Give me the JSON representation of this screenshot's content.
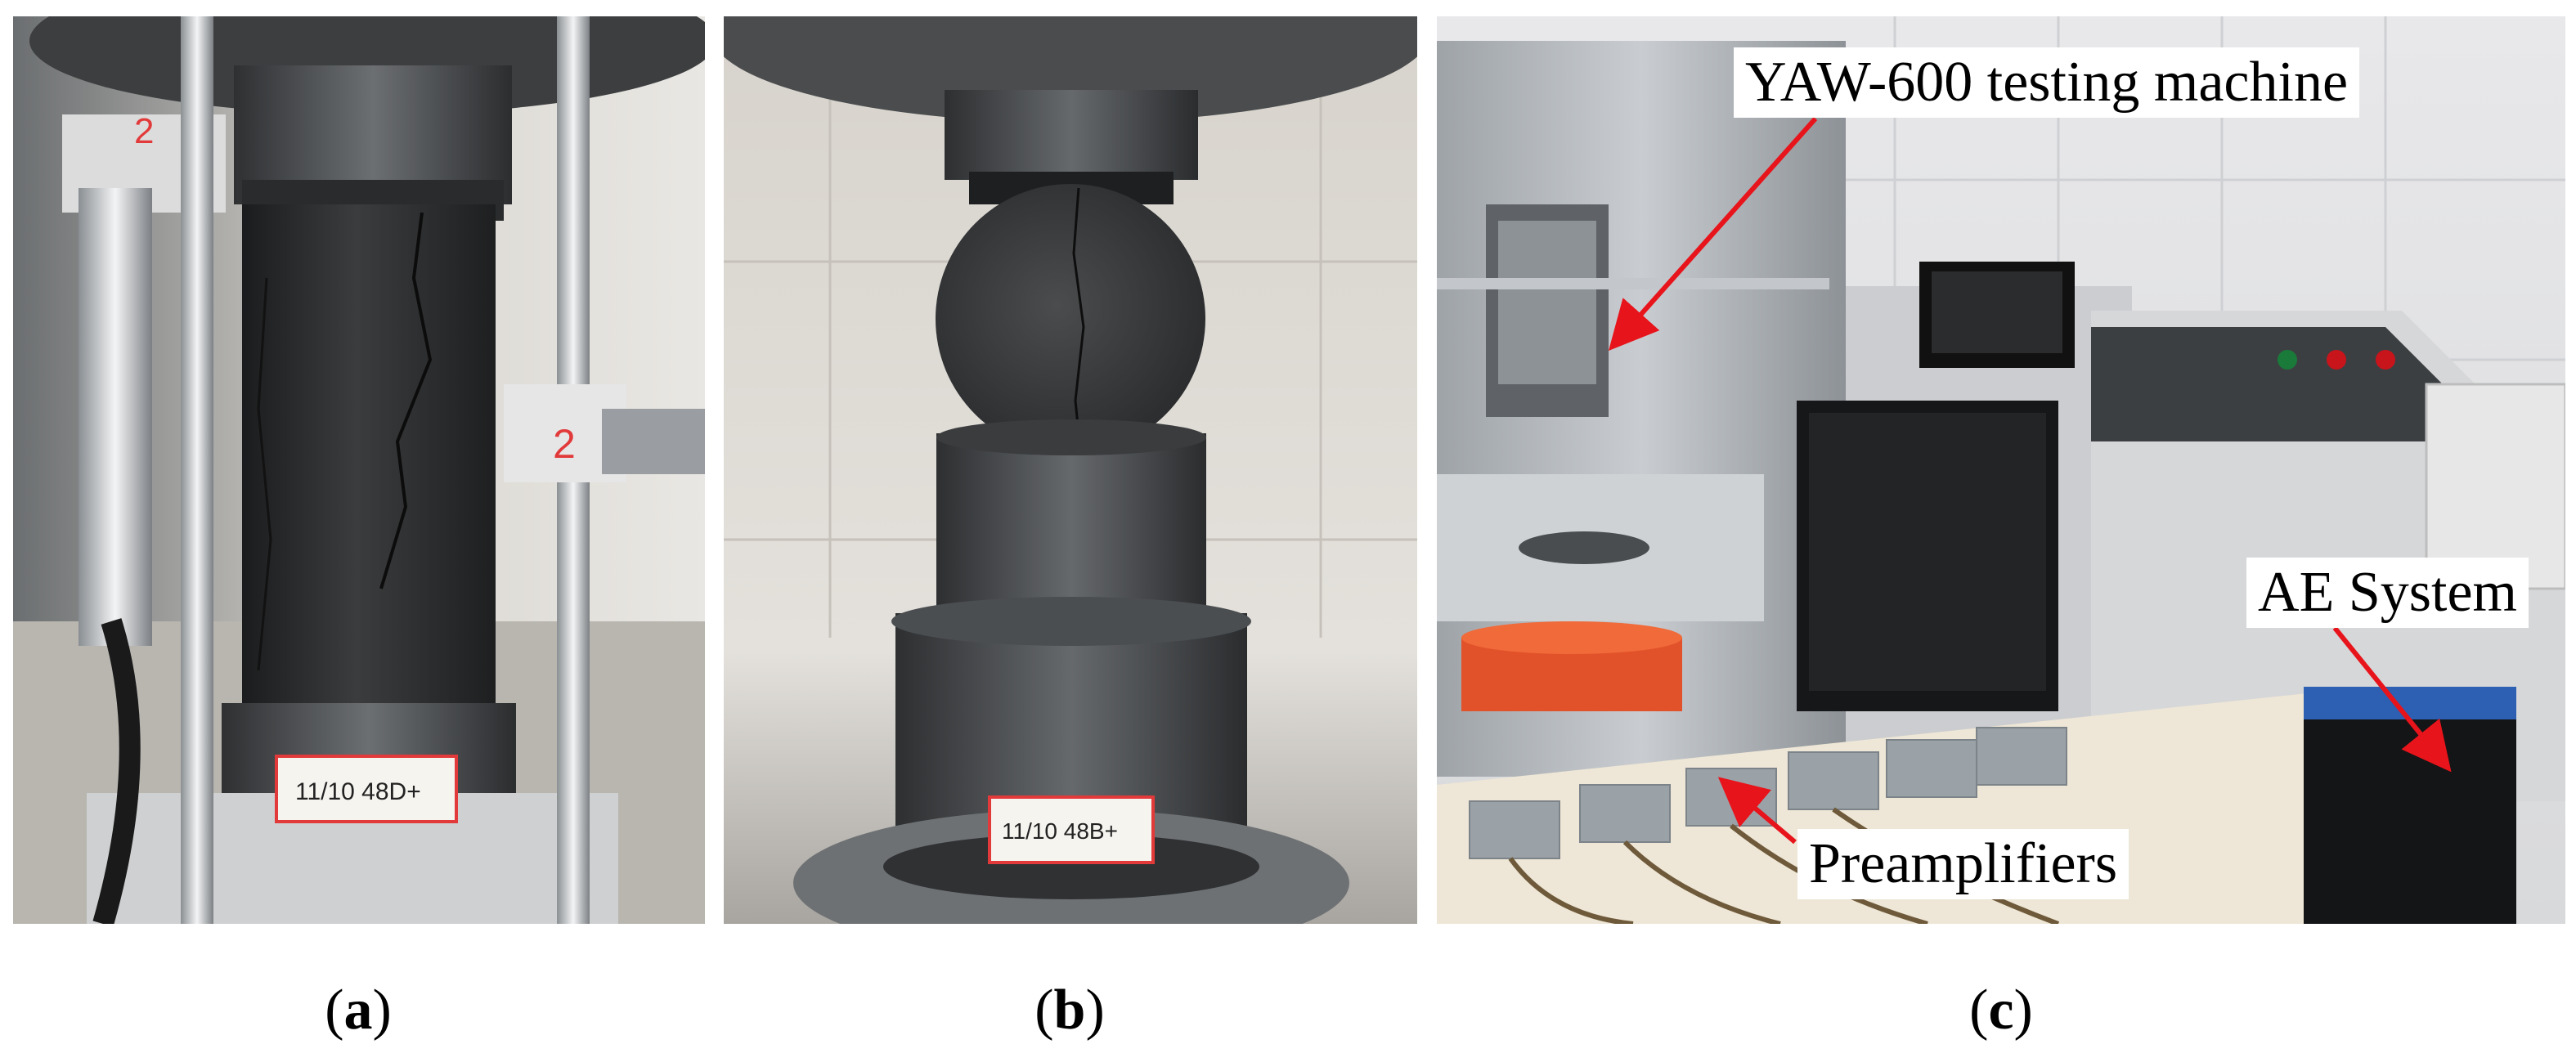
{
  "captions": {
    "a": "a",
    "b": "b",
    "c": "c"
  },
  "annotations": {
    "testing_machine": "YAW-600 testing machine",
    "ae_system": "AE System",
    "preamplifiers": "Preamplifiers"
  },
  "specimen_labels": {
    "a": "11/10 48D+",
    "b": "11/10 48B+"
  },
  "sensor_labels": {
    "a_top": "2",
    "a_side": "2"
  },
  "colors": {
    "annotation_arrow": "#e8141b",
    "label_border": "#e23a3a"
  }
}
